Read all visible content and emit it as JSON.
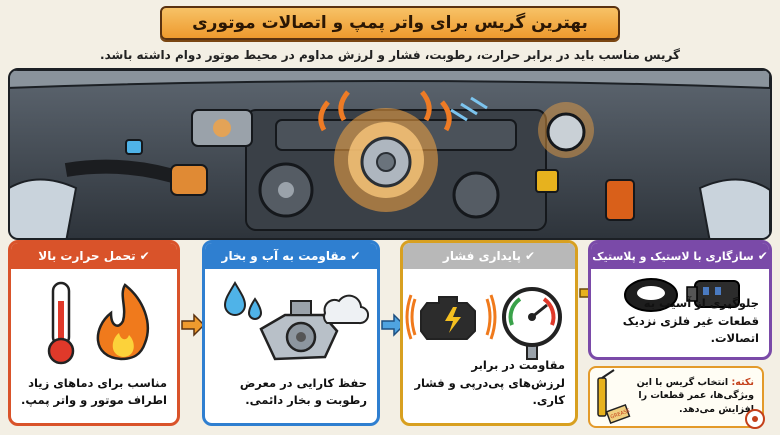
{
  "title": "بهترین گریس برای واتر پمپ و اتصالات موتوری",
  "subtitle": "گریس مناسب باید در برابر حرارت، رطوبت، فشار و لرزش مداوم در محیط موتور دوام داشته باشد.",
  "panels": [
    {
      "title": "تحمل حرارت بالا",
      "text": "مناسب برای دماهای زیاد اطراف موتور و واتر پمپ.",
      "color": "#d9532a",
      "icons": [
        "thermometer-icon",
        "flame-icon"
      ]
    },
    {
      "title": "مقاومت به آب و بخار",
      "text": "حفظ کارایی در معرض رطوبت و بخار دائمی.",
      "color": "#2f7fd0",
      "icons": [
        "water-drops-icon",
        "water-pump-icon",
        "steam-cloud-icon"
      ]
    },
    {
      "title": "پایداری فشار",
      "text": "مقاومت در برابر لرزش‌های پی‌درپی و فشار کاری.",
      "color": "#d8a020",
      "icons": [
        "engine-warning-icon",
        "pressure-gauge-icon"
      ]
    },
    {
      "title": "سازگاری با لاستیک و پلاستیک",
      "text": "جلوگیری از آسیب به قطعات غیر فلزی نزدیک اتصالات.",
      "color": "#7a4aa8",
      "icons": [
        "o-ring-icon",
        "connector-icon"
      ]
    }
  ],
  "tip": {
    "label": "نکته:",
    "text": "انتخاب گریس با این ویژگی‌ها، عمر قطعات را افزایش می‌دهد.",
    "tube_label": "GREASE"
  },
  "check_symbol": "✔"
}
